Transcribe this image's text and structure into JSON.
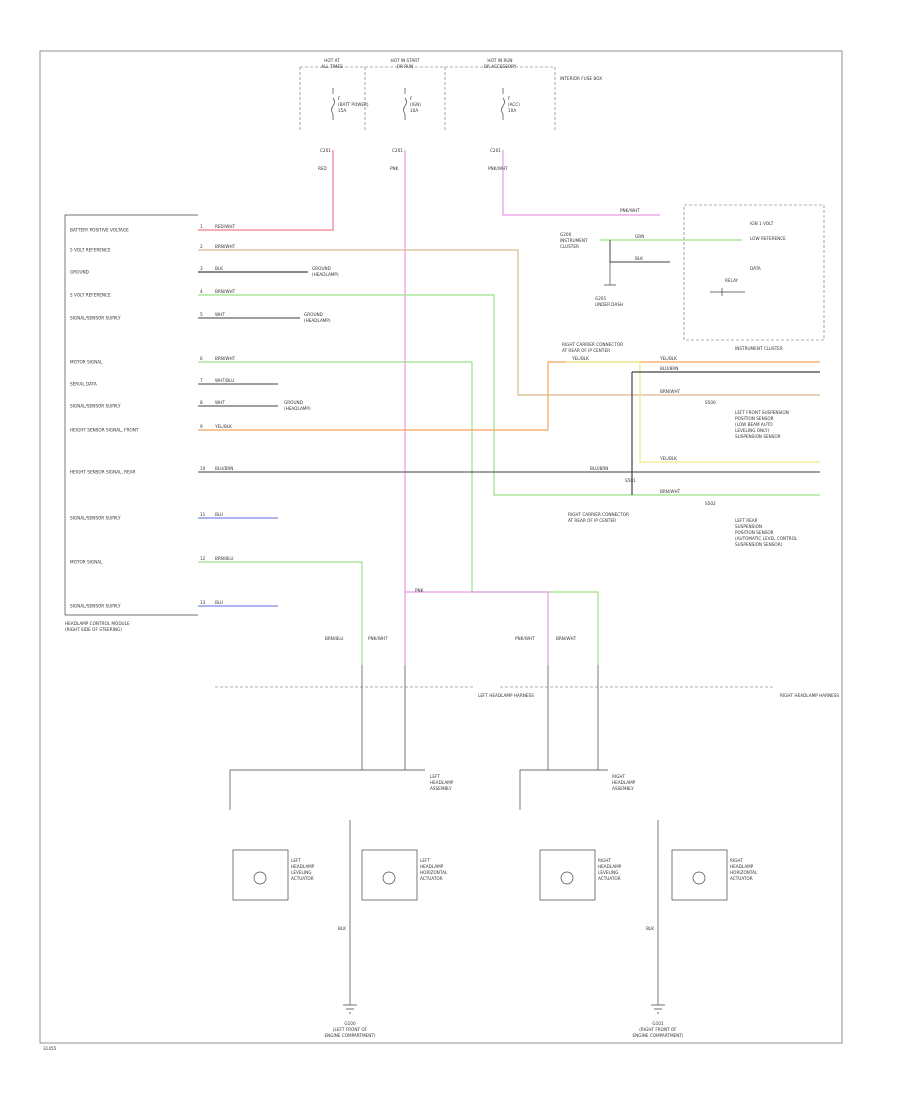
{
  "figure_id": "31455",
  "fuse_labels": {
    "f1": [
      "HOT AT",
      "ALL TIMES"
    ],
    "f2": [
      "HOT IN START",
      "OR RUN"
    ],
    "f3": [
      "HOT IN RUN",
      "OR ACCESSORY"
    ]
  },
  "fuse_box_note": "INTERIOR FUSE BOX",
  "fuses": [
    {
      "name": [
        "F",
        "(BATT POWER)",
        "15A"
      ]
    },
    {
      "name": [
        "F",
        "(IGN)",
        "10A"
      ]
    },
    {
      "name": [
        "F",
        "(ACC)",
        "10A"
      ]
    }
  ],
  "module": {
    "name": [
      "HEADLAMP CONTROL MODULE",
      "(RIGHT SIDE OF STEERING)"
    ],
    "pins": [
      "BATTERY POSITIVE VOLTAGE",
      "5 VOLT REFERENCE",
      "GROUND",
      "5 VOLT REFERENCE",
      "SIGNAL/SENSOR SUPPLY",
      "MOTOR SIGNAL",
      "SERIAL DATA",
      "SIGNAL/SENSOR SUPPLY",
      "HEIGHT SENSOR SIGNAL, FRONT",
      "HEIGHT SENSOR SIGNAL, REAR",
      "SIGNAL/SENSOR SUPPLY",
      "MOTOR SIGNAL",
      "SIGNAL/SENSOR SUPPLY"
    ]
  },
  "instrument_cluster": {
    "name": "INSTRUMENT CLUSTER",
    "inputs": [
      "IGN 1 VOLT",
      "LOW REFERENCE",
      "DATA"
    ],
    "relay_label": "RELAY",
    "ground_label": [
      "G200",
      "INSTRUMENT",
      "CLUSTER"
    ]
  },
  "splice_labels": {
    "s1": [
      "G201",
      "UNDER DASH"
    ],
    "s2": [
      "S500"
    ],
    "s3": [
      "S501"
    ],
    "s4": [
      "S502"
    ]
  },
  "front_height": {
    "note": [
      "RIGHT CARRIER CONNECTOR",
      "AT REAR OF IP CENTER"
    ],
    "component": [
      "LEFT FRONT SUSPENSION",
      "POSITION SENSOR",
      "(LOW BEAM AUTO",
      "LEVELING ONLY)",
      "SUSPENSION SENSOR"
    ]
  },
  "rear_height": {
    "note": [
      "RIGHT CARRIER CONNECTOR",
      "AT REAR OF IP CENTER"
    ],
    "component": [
      "LEFT REAR",
      "SUSPENSION",
      "POSITION SENSOR",
      "(AUTOMATIC LEVEL CONTROL",
      "SUSPENSION SENSOR)"
    ]
  },
  "ground_tags": [
    [
      "GROUND",
      "(HEADLAMP)"
    ],
    [
      "GROUND",
      "(HEADLAMP)"
    ],
    [
      "GROUND",
      "(HEADLAMP)"
    ]
  ],
  "wire_labels": {
    "batt": "RED/WHT",
    "ref1": "BRN/WHT",
    "gnd": "BLK",
    "ref2": "BRN/WHT",
    "sup1": "WHT",
    "motL": "BRN/WHT",
    "data": "WHT/BLU",
    "sup2": "WHT",
    "hsF": "YEL/BLK",
    "hsR": "BLU/BRN",
    "sup3": "BLU",
    "motR": "BRN/BLU",
    "sup4": "BLU",
    "ign": "PNK",
    "acc": "PNK/WHT",
    "f1": "RED",
    "f2": "PNK",
    "f3": "PNK/WHT",
    "clusterData": "PNK/WHT",
    "lowref": "BLK",
    "ign2": "GRN",
    "yb": "YEL/BLK",
    "bb": "BLU/BRN",
    "bw": "BRN/WHT"
  },
  "connectors": {
    "left": "LEFT HEADLAMP HARNESS",
    "right": "RIGHT HEADLAMP HARNESS"
  },
  "lamp_units": {
    "left_name": [
      "LEFT",
      "HEADLAMP",
      "ASSEMBLY"
    ],
    "right_name": [
      "RIGHT",
      "HEADLAMP",
      "ASSEMBLY"
    ],
    "motors": [
      [
        "LEFT",
        "HEADLAMP",
        "LEVELING",
        "ACTUATOR"
      ],
      [
        "LEFT",
        "HEADLAMP",
        "HORIZONTAL",
        "ACTUATOR"
      ],
      [
        "RIGHT",
        "HEADLAMP",
        "LEVELING",
        "ACTUATOR"
      ],
      [
        "RIGHT",
        "HEADLAMP",
        "HORIZONTAL",
        "ACTUATOR"
      ]
    ]
  },
  "grounds": {
    "left": [
      "G100",
      "(LEFT FRONT OF",
      "ENGINE COMPARTMENT)"
    ],
    "right": [
      "G101",
      "(RIGHT FRONT OF",
      "ENGINE COMPARTMENT)"
    ]
  },
  "colors": {
    "red": "#f27d8f",
    "pink": "#e89ae6",
    "green": "#9be28a",
    "tan": "#d9b98a",
    "orange": "#f5a45c",
    "yellow": "#eeea86",
    "blue": "#7f86e8",
    "gray": "#666666",
    "black": "#444444"
  }
}
